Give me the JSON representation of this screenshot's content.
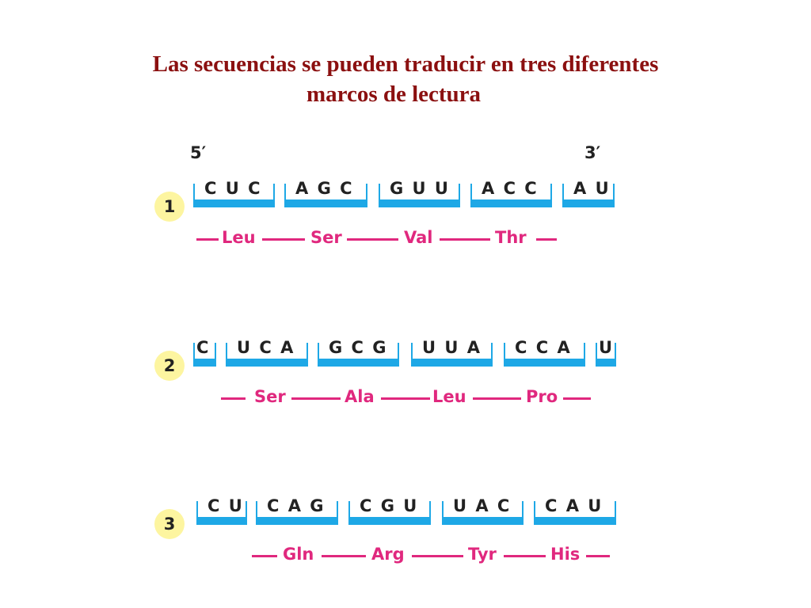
{
  "title": {
    "line1": "Las secuencias se pueden traducir en tres diferentes",
    "line2": "marcos de lectura"
  },
  "strand_labels": {
    "five_prime": "5′",
    "three_prime": "3′"
  },
  "colors": {
    "title": "#8b1010",
    "rna_bar": "#1ea8e6",
    "amino_acid": "#e0287e",
    "badge": "#fdf5a0"
  },
  "frames": [
    {
      "number": "1",
      "codons": [
        "CUC",
        "AGC",
        "GUU",
        "ACC",
        "AU"
      ],
      "amino_acids": [
        "Leu",
        "Ser",
        "Val",
        "Thr"
      ]
    },
    {
      "number": "2",
      "codons": [
        "C",
        "UCA",
        "GCG",
        "UUA",
        "CCA",
        "U"
      ],
      "amino_acids": [
        "Ser",
        "Ala",
        "Leu",
        "Pro"
      ]
    },
    {
      "number": "3",
      "codons": [
        "CU",
        "CAG",
        "CGU",
        "UAC",
        "CAU"
      ],
      "amino_acids": [
        "Gln",
        "Arg",
        "Tyr",
        "His"
      ]
    }
  ]
}
